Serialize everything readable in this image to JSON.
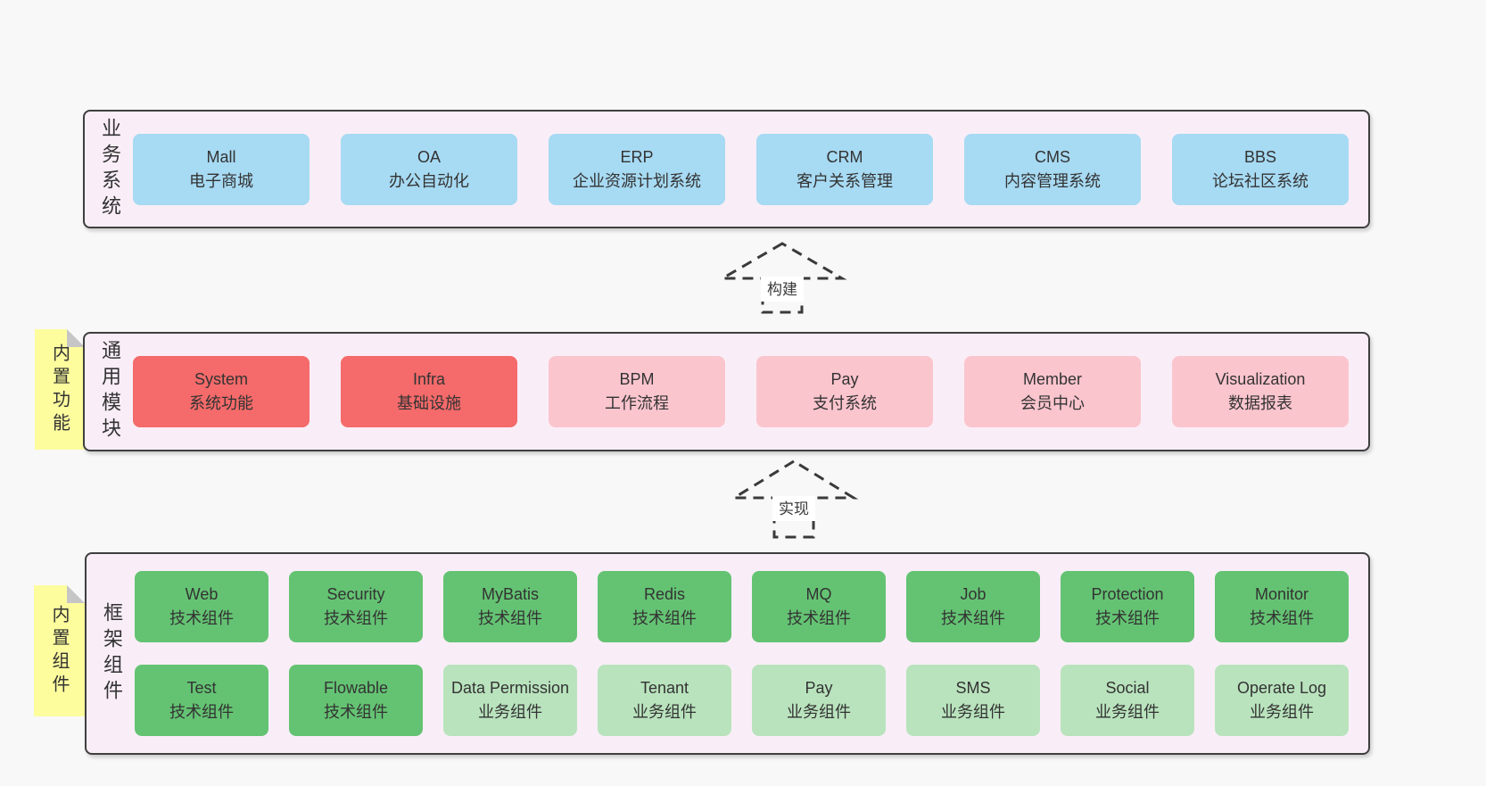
{
  "palette": {
    "page_bg": "#f8f8f8",
    "layer_bg": "#f9eef7",
    "layer_border": "#3f3f3f",
    "blue": "#a7daf3",
    "red": "#f56a6a",
    "pink": "#fbc5ce",
    "green": "#64c373",
    "lightgreen": "#b9e3bd",
    "tag_yellow": "#fdfd9e",
    "tag_fold": "#c6c6c6",
    "text": "#333333"
  },
  "layers": [
    {
      "label": "业务系统",
      "boxes": [
        {
          "name": "Mall",
          "desc": "电子商城",
          "variant": "blue"
        },
        {
          "name": "OA",
          "desc": "办公自动化",
          "variant": "blue"
        },
        {
          "name": "ERP",
          "desc": "企业资源计划系统",
          "variant": "blue"
        },
        {
          "name": "CRM",
          "desc": "客户关系管理",
          "variant": "blue"
        },
        {
          "name": "CMS",
          "desc": "内容管理系统",
          "variant": "blue"
        },
        {
          "name": "BBS",
          "desc": "论坛社区系统",
          "variant": "blue"
        }
      ]
    },
    {
      "label": "通用模块",
      "tag": "内置功能",
      "boxes": [
        {
          "name": "System",
          "desc": "系统功能",
          "variant": "red"
        },
        {
          "name": "Infra",
          "desc": "基础设施",
          "variant": "red"
        },
        {
          "name": "BPM",
          "desc": "工作流程",
          "variant": "pink"
        },
        {
          "name": "Pay",
          "desc": "支付系统",
          "variant": "pink"
        },
        {
          "name": "Member",
          "desc": "会员中心",
          "variant": "pink"
        },
        {
          "name": "Visualization",
          "desc": "数据报表",
          "variant": "pink"
        }
      ]
    },
    {
      "label": "框架组件",
      "tag": "内置组件",
      "rows": [
        [
          {
            "name": "Web",
            "desc": "技术组件",
            "variant": "green"
          },
          {
            "name": "Security",
            "desc": "技术组件",
            "variant": "green"
          },
          {
            "name": "MyBatis",
            "desc": "技术组件",
            "variant": "green"
          },
          {
            "name": "Redis",
            "desc": "技术组件",
            "variant": "green"
          },
          {
            "name": "MQ",
            "desc": "技术组件",
            "variant": "green"
          },
          {
            "name": "Job",
            "desc": "技术组件",
            "variant": "green"
          },
          {
            "name": "Protection",
            "desc": "技术组件",
            "variant": "green"
          },
          {
            "name": "Monitor",
            "desc": "技术组件",
            "variant": "green"
          }
        ],
        [
          {
            "name": "Test",
            "desc": "技术组件",
            "variant": "green"
          },
          {
            "name": "Flowable",
            "desc": "技术组件",
            "variant": "green"
          },
          {
            "name": "Data Permission",
            "desc": "业务组件",
            "variant": "lightgreen"
          },
          {
            "name": "Tenant",
            "desc": "业务组件",
            "variant": "lightgreen"
          },
          {
            "name": "Pay",
            "desc": "业务组件",
            "variant": "lightgreen"
          },
          {
            "name": "SMS",
            "desc": "业务组件",
            "variant": "lightgreen"
          },
          {
            "name": "Social",
            "desc": "业务组件",
            "variant": "lightgreen"
          },
          {
            "name": "Operate Log",
            "desc": "业务组件",
            "variant": "lightgreen"
          }
        ]
      ]
    }
  ],
  "arrows": [
    {
      "label": "构建"
    },
    {
      "label": "实现"
    }
  ]
}
